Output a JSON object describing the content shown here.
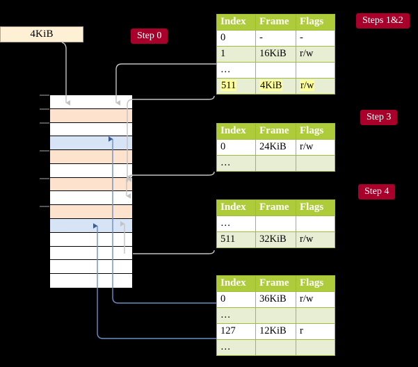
{
  "diagram": {
    "title_label": "4KiB",
    "steps": [
      {
        "id": "step0",
        "label": "Step 0"
      },
      {
        "id": "step12",
        "label": "Steps 1&2"
      },
      {
        "id": "step3",
        "label": "Step 3"
      },
      {
        "id": "step4",
        "label": "Step 4"
      }
    ],
    "memory_column": {
      "rows": [
        {
          "fill": "white"
        },
        {
          "fill": "peach"
        },
        {
          "fill": "white"
        },
        {
          "fill": "blue"
        },
        {
          "fill": "peach"
        },
        {
          "fill": "white"
        },
        {
          "fill": "peach"
        },
        {
          "fill": "white"
        },
        {
          "fill": "peach"
        },
        {
          "fill": "blue"
        },
        {
          "fill": "white"
        },
        {
          "fill": "white"
        },
        {
          "fill": "white"
        },
        {
          "fill": "white"
        }
      ]
    },
    "tables": [
      {
        "id": "table-level4",
        "headers": [
          "Index",
          "Frame",
          "Flags"
        ],
        "rows": [
          {
            "cells": [
              "0",
              "-",
              "-"
            ],
            "alt": false,
            "highlight": false
          },
          {
            "cells": [
              "1",
              "16KiB",
              "r/w"
            ],
            "alt": true,
            "highlight": false
          },
          {
            "cells": [
              "…",
              "",
              ""
            ],
            "alt": false,
            "highlight": false
          },
          {
            "cells": [
              "511",
              "4KiB",
              "r/w"
            ],
            "alt": true,
            "highlight": true
          }
        ]
      },
      {
        "id": "table-level3",
        "headers": [
          "Index",
          "Frame",
          "Flags"
        ],
        "rows": [
          {
            "cells": [
              "0",
              "24KiB",
              "r/w"
            ],
            "alt": false,
            "highlight": false
          },
          {
            "cells": [
              "…",
              "",
              ""
            ],
            "alt": true,
            "highlight": false
          }
        ]
      },
      {
        "id": "table-level2",
        "headers": [
          "Index",
          "Frame",
          "Flags"
        ],
        "rows": [
          {
            "cells": [
              "…",
              "",
              ""
            ],
            "alt": false,
            "highlight": false
          },
          {
            "cells": [
              "511",
              "32KiB",
              "r/w"
            ],
            "alt": true,
            "highlight": false
          }
        ]
      },
      {
        "id": "table-level1",
        "headers": [
          "Index",
          "Frame",
          "Flags"
        ],
        "rows": [
          {
            "cells": [
              "0",
              "36KiB",
              "r/w"
            ],
            "alt": false,
            "highlight": false
          },
          {
            "cells": [
              "…",
              "",
              ""
            ],
            "alt": true,
            "highlight": false
          },
          {
            "cells": [
              "127",
              "12KiB",
              "r"
            ],
            "alt": false,
            "highlight": false
          },
          {
            "cells": [
              "…",
              "",
              ""
            ],
            "alt": true,
            "highlight": false
          }
        ]
      }
    ],
    "colors": {
      "background": "#000000",
      "chip": "#a8002a",
      "table_header": "#aecc39",
      "table_alt_row": "#e8eed3",
      "highlight": "#ffff99",
      "memory_peach": "#fde3cd",
      "memory_blue": "#d7e4f6",
      "size_box": "#fdf0d5",
      "arrow_gray": "#c3c3c3",
      "arrow_blue": "#5a7fb5"
    }
  }
}
